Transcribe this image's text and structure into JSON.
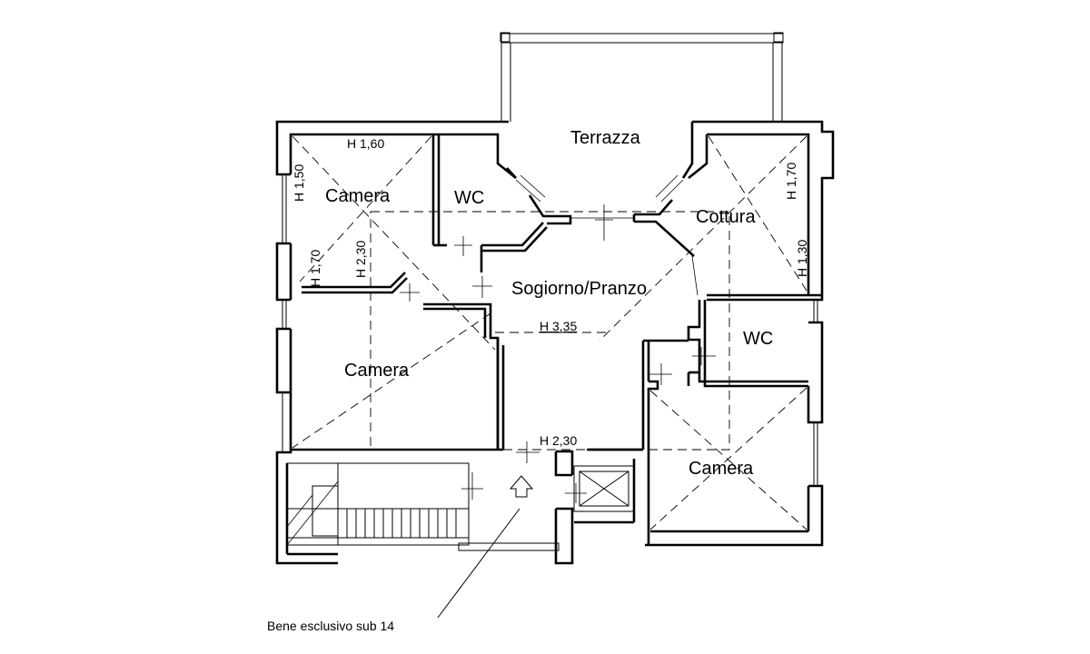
{
  "rooms": {
    "terrazza": "Terrazza",
    "camera_nw": "Camera",
    "wc_n": "WC",
    "cottura": "Cottura",
    "soggiorno": "Sogiorno/Pranzo",
    "camera_w": "Camera",
    "wc_e": "WC",
    "camera_se": "Camera"
  },
  "heights": {
    "h_160": "H 1,60",
    "h_150": "H 1,50",
    "h_230_w": "H 2,30",
    "h_170_w": "H 1,70",
    "h_170_e": "H 1,70",
    "h_130": "H 1,30",
    "h_335": "H 3,35",
    "h_230_s": "H 2,30"
  },
  "annotations": {
    "bene": "Bene esclusivo sub 14"
  },
  "icons": {
    "entrance": "entrance-arrow-icon",
    "elevator": "elevator-icon",
    "stairs": "stairs-icon"
  }
}
